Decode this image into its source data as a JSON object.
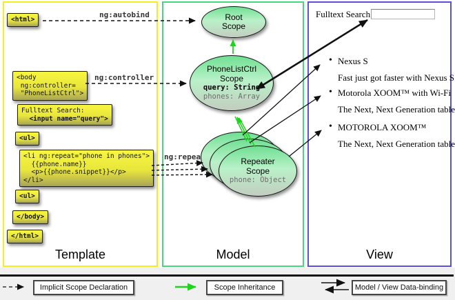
{
  "columns": {
    "template_label": "Template",
    "model_label": "Model",
    "view_label": "View"
  },
  "template": {
    "notes": {
      "html_open": "<html>",
      "body_open": "<body\n ng:controller=\n \"PhoneListCtrl\">",
      "fulltext_label": "Fulltext Search:",
      "fulltext_input": "  <input name=\"query\">",
      "ul_open": "<ul>",
      "li_repeat": "<li ng:repeat=\"phone in phones\">\n  {{phone.name}}\n  <p>{{phone.snippet}}</p>\n</li>",
      "ul_close": "<ul>",
      "body_close": "</body>",
      "html_close": "</html>"
    },
    "arrow_labels": {
      "autobind": "ng:autobind",
      "controller": "ng:controller",
      "repeat": "ng:repeat"
    }
  },
  "model": {
    "root_scope": {
      "title": "Root\nScope"
    },
    "phonelist_scope": {
      "title": "PhoneListCtrl\nScope",
      "prop_query": "query: String",
      "prop_phones": "phones: Array"
    },
    "repeater_scope": {
      "title": "Repeater\nScope",
      "prop_phone": "phone: Object"
    }
  },
  "view": {
    "search_label": "Fulltext Search:",
    "search_value": "",
    "items": [
      {
        "name": "Nexus S",
        "desc": "Fast just got faster with Nexus S."
      },
      {
        "name": "Motorola XOOM™ with Wi-Fi",
        "desc": "The Next, Next Generation tablet."
      },
      {
        "name": "MOTOROLA XOOM™",
        "desc": "The Next, Next Generation tablet."
      }
    ]
  },
  "legend": {
    "implicit": "Implicit Scope Declaration",
    "inheritance": "Scope Inheritance",
    "databinding": "Model / View Data-binding"
  },
  "colors": {
    "template_border": "#f4ef18",
    "model_border": "#46d87e",
    "view_border": "#5a4fd8",
    "note_fill_top": "#f8f63f",
    "note_fill_bottom": "#a8a556",
    "scope_fill_top": "#6fdf92",
    "scope_fill_bottom": "#c3cdc0",
    "green_arrow": "#21d31f",
    "black_arrow": "#111111"
  }
}
